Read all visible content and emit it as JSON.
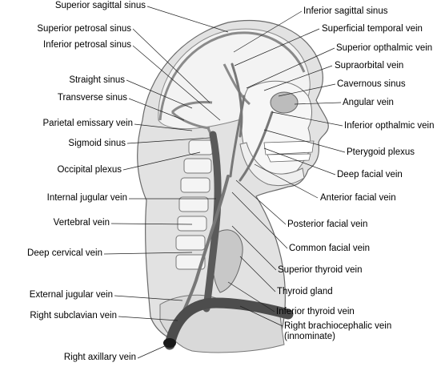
{
  "labels_left": [
    "Superior sagittal sinus",
    "Superior petrosal sinus",
    "Inferior petrosal sinus",
    "Straight sinus",
    "Transverse sinus",
    "Parietal emissary vein",
    "Sigmoid sinus",
    "Occipital plexus",
    "Internal jugular vein",
    "Vertebral vein",
    "Deep cervical vein",
    "External jugular vein",
    "Right subclavian vein",
    "Right axillary vein"
  ],
  "labels_right": [
    "Inferior sagittal sinus",
    "Superficial temporal vein",
    "Superior opthalmic vein",
    "Supraorbital vein",
    "Cavernous sinus",
    "Angular vein",
    "Inferior opthalmic vein",
    "Pterygoid plexus",
    "Deep facial vein",
    "Anterior facial vein",
    "Posterior facial vein",
    "Common facial vein",
    "Superior thyroid vein",
    "Thyroid gland",
    "Inferior thyroid vein",
    "Right brachiocephalic vein",
    "(innominate)"
  ],
  "colors": {
    "vein": "#5a5a5a",
    "skin": "#d6d6d6",
    "bone": "#ffffff",
    "outline": "#555555",
    "thyroid": "#c4c4c4"
  }
}
